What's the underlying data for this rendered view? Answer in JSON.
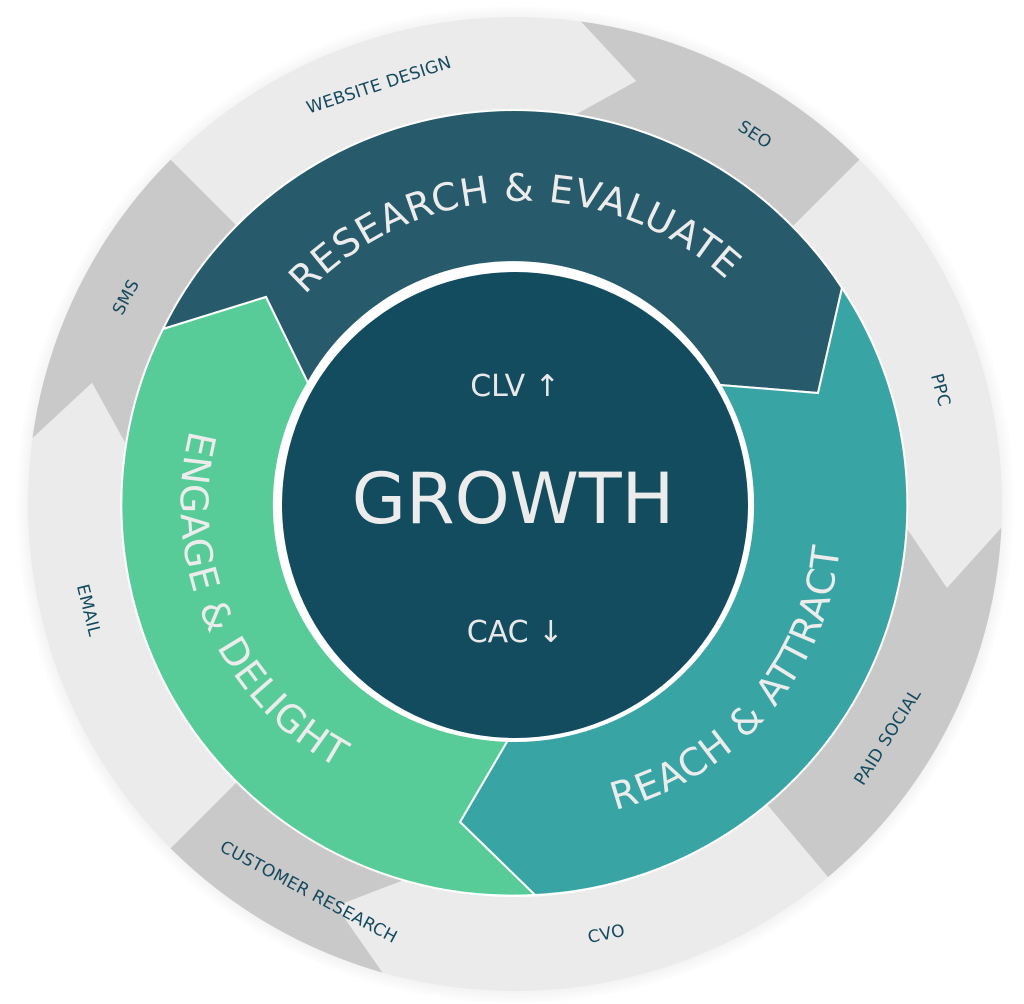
{
  "center": {
    "title": "GROWTH",
    "top_metric": "CLV ↑",
    "bottom_metric": "CAC ↓"
  },
  "stages": [
    {
      "label": "RESEARCH & EVALUATE",
      "color": "#275a6b"
    },
    {
      "label": "REACH & ATTRACT",
      "color": "#38a4a4"
    },
    {
      "label": "ENGAGE & DELIGHT",
      "color": "#57cc98"
    }
  ],
  "channels": [
    {
      "label": "WEBSITE DESIGN",
      "shade": "light"
    },
    {
      "label": "SEO",
      "shade": "dark"
    },
    {
      "label": "PPC",
      "shade": "light"
    },
    {
      "label": "PAID SOCIAL",
      "shade": "dark"
    },
    {
      "label": "CVO",
      "shade": "light"
    },
    {
      "label": "CUSTOMER RESEARCH",
      "shade": "dark"
    },
    {
      "label": "EMAIL",
      "shade": "light"
    },
    {
      "label": "SMS",
      "shade": "dark"
    }
  ],
  "colors": {
    "center_fill": "#134b5f",
    "outer_light": "#ebebeb",
    "outer_dark": "#c9c9c9",
    "outer_text": "#154a5e",
    "stage_text": "#ececec"
  }
}
